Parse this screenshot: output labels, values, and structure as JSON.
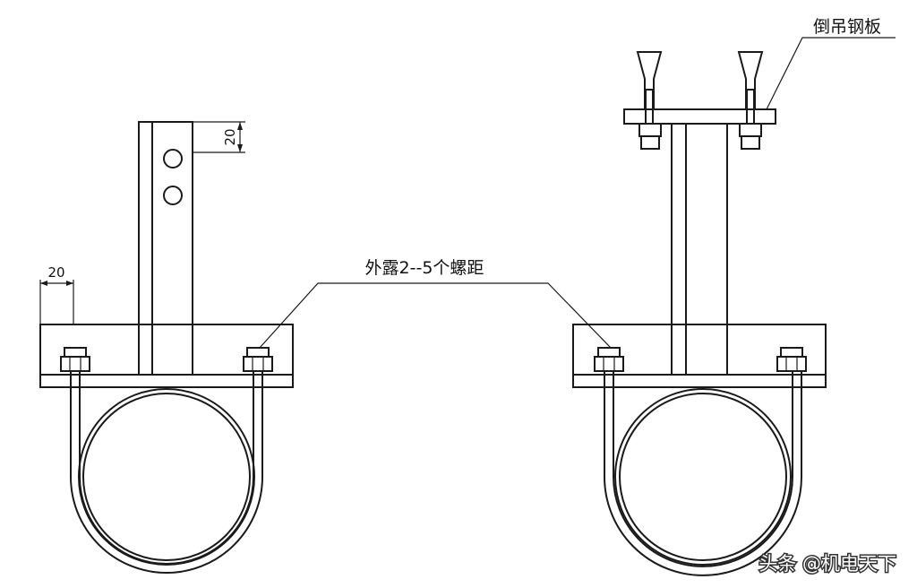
{
  "labels": {
    "dim_top": "20",
    "dim_left": "20",
    "exposed_threads": "外露2--5个螺距",
    "hanging_plate": "倒吊钢板"
  },
  "watermark": {
    "text": "头条 @机电天下"
  },
  "colors": {
    "line": "#1a1a1a",
    "background": "#ffffff"
  }
}
